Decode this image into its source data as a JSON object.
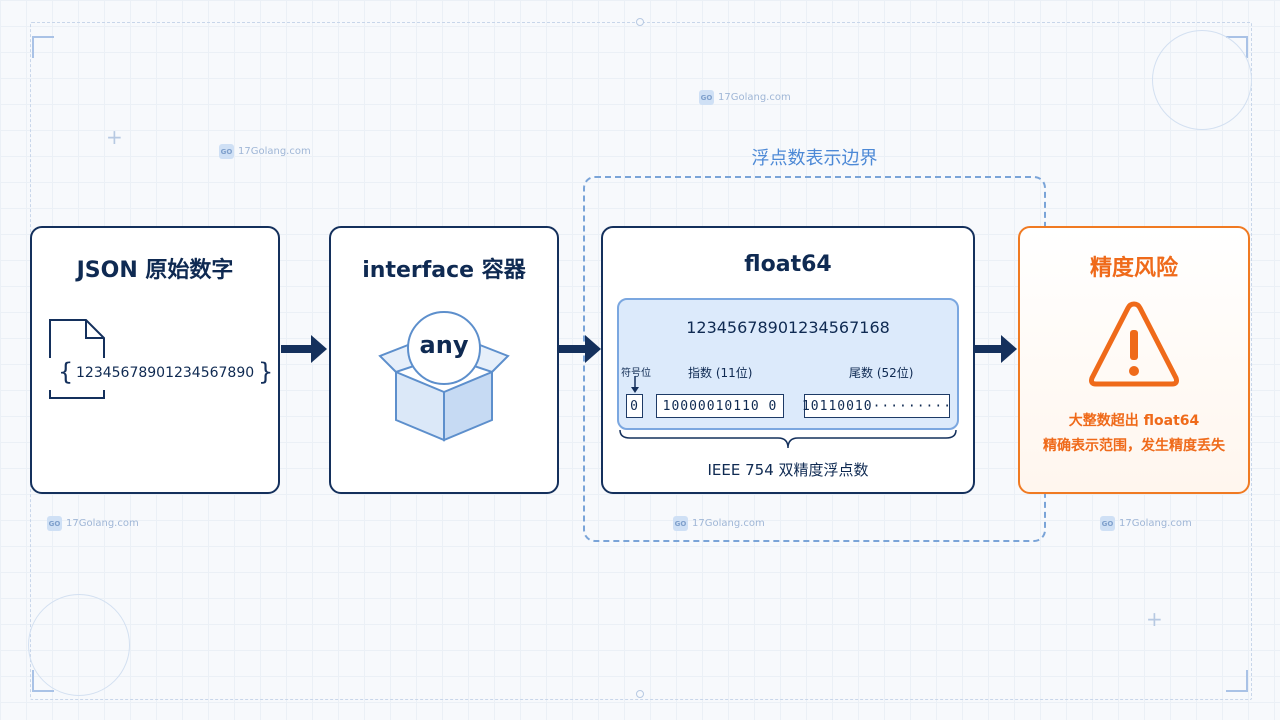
{
  "region_label": "浮点数表示边界",
  "watermark": "17Golang.com",
  "json_box": {
    "title": "JSON 原始数字",
    "number": "12345678901234567890",
    "brace_open": "{",
    "brace_close": "}"
  },
  "interface_box": {
    "title": "interface 容器",
    "badge": "any"
  },
  "float_box": {
    "title": "float64",
    "value": "12345678901234567168",
    "sign_label": "符号位",
    "exponent_label": "指数 (11位)",
    "mantissa_label": "尾数 (52位)",
    "sign_bits": "0",
    "exponent_bits": "10000010110 0",
    "mantissa_bits": "10110010·········",
    "caption": "IEEE 754 双精度浮点数"
  },
  "risk_box": {
    "title": "精度风险",
    "line1": "大整数超出 float64",
    "line2": "精确表示范围，发生精度丢失"
  },
  "colors": {
    "navy": "#14305c",
    "accent_blue": "#4d89d6",
    "warning_orange": "#ef6a1a"
  },
  "icons": [
    "document-icon",
    "box-icon",
    "warning-icon"
  ]
}
